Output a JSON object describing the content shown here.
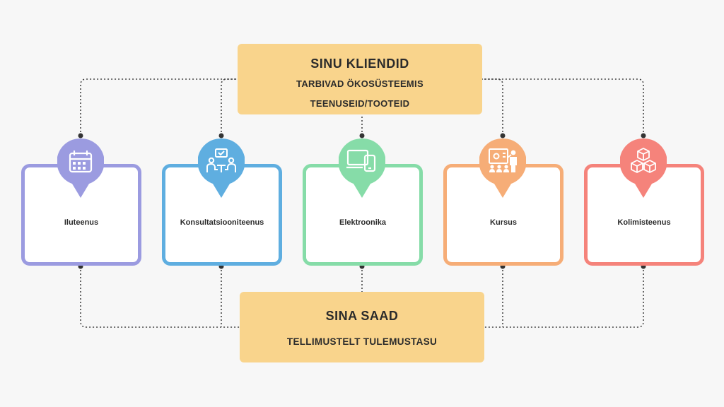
{
  "top_banner": {
    "title": "SINU KLIENDID",
    "line1": "TARBIVAD ÖKOSÜSTEEMIS",
    "line2": "TEENUSEID/TOOTEID"
  },
  "bottom_banner": {
    "title": "SINA SAAD",
    "line1": "TELLIMUSTELT TULEMUSTASU"
  },
  "colors": {
    "banner": "#f9d48c",
    "connector": "#444444",
    "services": [
      "#9b9be0",
      "#5faee0",
      "#86dca8",
      "#f6ad77",
      "#f5837b"
    ]
  },
  "services": [
    {
      "label": "Iluteenus",
      "icon": "calendar-icon"
    },
    {
      "label": "Konsultatsiooniteenus",
      "icon": "meeting-icon"
    },
    {
      "label": "Elektroonika",
      "icon": "devices-icon"
    },
    {
      "label": "Kursus",
      "icon": "presentation-icon"
    },
    {
      "label": "Kolimisteenus",
      "icon": "boxes-icon"
    }
  ]
}
